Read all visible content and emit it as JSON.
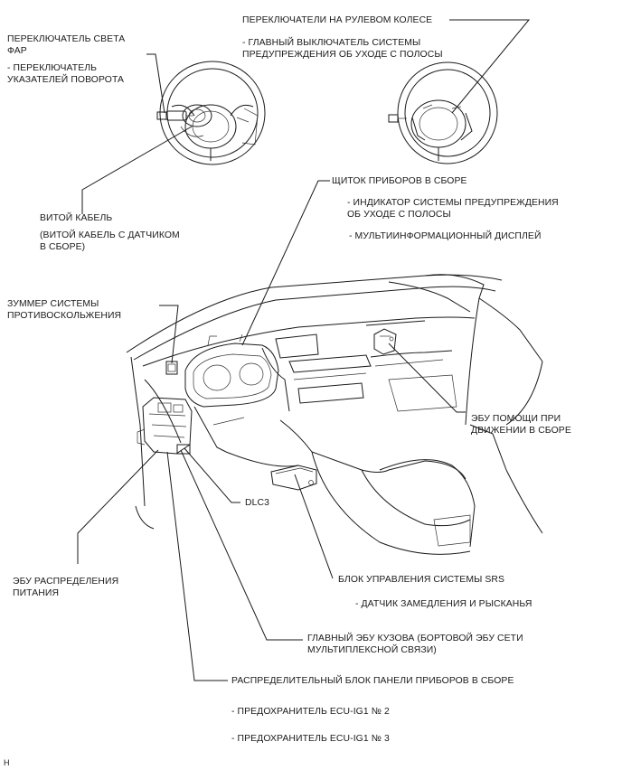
{
  "labels": {
    "headlight_switch": "ПЕРЕКЛЮЧАТЕЛЬ СВЕТА\nФАР",
    "turn_signal_switch": "- ПЕРЕКЛЮЧАТЕЛЬ\nУКАЗАТЕЛЕЙ ПОВОРОТА",
    "steering_wheel_switches": "ПЕРЕКЛЮЧАТЕЛИ НА РУЛЕВОМ КОЛЕСЕ",
    "lane_departure_main_switch": "- ГЛАВНЫЙ ВЫКЛЮЧАТЕЛЬ СИСТЕМЫ\nПРЕДУПРЕЖДЕНИЯ ОБ УХОДЕ С ПОЛОСЫ",
    "spiral_cable": "ВИТОЙ КАБЕЛЬ",
    "spiral_cable_sensor": "(ВИТОЙ КАБЕЛЬ С ДАТЧИКОМ\nВ СБОРЕ)",
    "combination_meter": "ЩИТОК ПРИБОРОВ В СБОРЕ",
    "lane_departure_indicator": " - ИНДИКАТОР СИСТЕМЫ ПРЕДУПРЕЖДЕНИЯ\nОБ УХОДЕ С ПОЛОСЫ",
    "multi_info_display": "- МУЛЬТИИНФОРМАЦИОННЫЙ ДИСПЛЕЙ",
    "pre_collision_buzzer": "ЗУММЕР СИСТЕМЫ\nПРОТИВОСКОЛЬЖЕНИЯ",
    "driving_support_ecu": "ЭБУ ПОМОЩИ ПРИ\nДВИЖЕНИИ В СБОРЕ",
    "dlc3": "DLC3",
    "power_distribution_ecu": "ЭБУ РАСПРЕДЕЛЕНИЯ\nПИТАНИЯ",
    "srs_unit": "БЛОК УПРАВЛЕНИЯ СИСТЕМЫ SRS",
    "yaw_rate_sensor": "- ДАТЧИК ЗАМЕДЛЕНИЯ И РЫСКАНЬЯ",
    "main_body_ecu": "ГЛАВНЫЙ ЭБУ КУЗОВА (БОРТОВОЙ ЭБУ СЕТИ\nМУЛЬТИПЛЕКСНОЙ СВЯЗИ)",
    "instrument_junction_block": "РАСПРЕДЕЛИТЕЛЬНЫЙ БЛОК ПАНЕЛИ ПРИБОРОВ В СБОРЕ",
    "fuse_ecu_ig1_2": "- ПРЕДОХРАНИТЕЛЬ ECU-IG1 № 2",
    "fuse_ecu_ig1_3": "- ПРЕДОХРАНИТЕЛЬ ECU-IG1 № 3",
    "corner_mark": "H"
  }
}
